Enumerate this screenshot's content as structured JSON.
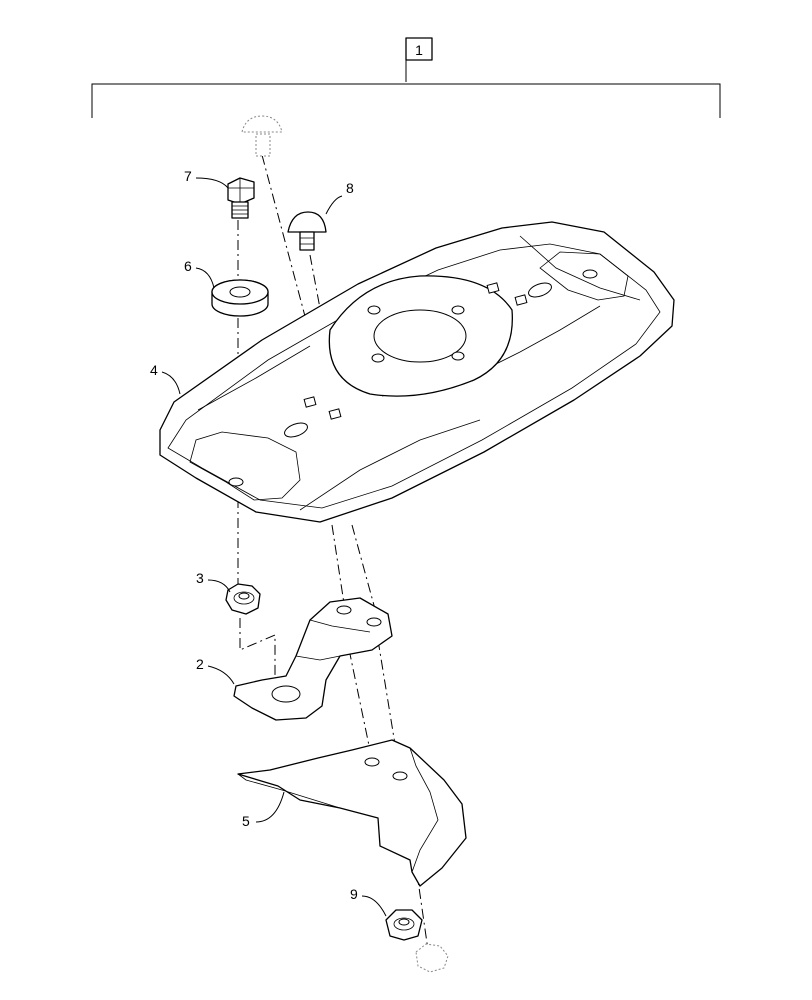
{
  "diagram": {
    "assembly_callout": "1",
    "callouts": [
      "2",
      "3",
      "4",
      "5",
      "6",
      "7",
      "8",
      "9"
    ]
  }
}
